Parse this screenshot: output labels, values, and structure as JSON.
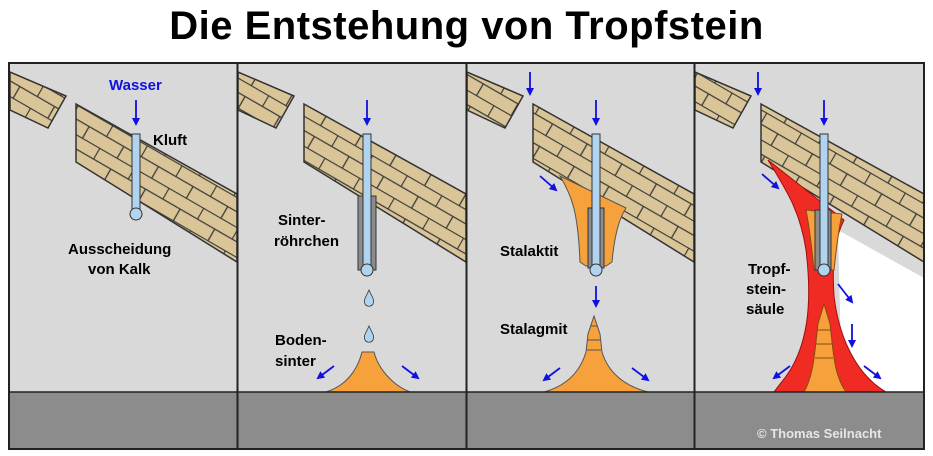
{
  "title": "Die Entstehung von Tropfstein",
  "panel1": {
    "water_label": "Wasser",
    "crack_label": "Kluft",
    "deposit_label_line1": "Ausscheidung",
    "deposit_label_line2": "von Kalk"
  },
  "panel2": {
    "tube_label_line1": "Sinter-",
    "tube_label_line2": "röhrchen",
    "floor_label_line1": "Boden-",
    "floor_label_line2": "sinter"
  },
  "panel3": {
    "stalactite_label": "Stalaktit",
    "stalagmite_label": "Stalagmit"
  },
  "panel4": {
    "column_label_line1": "Tropf-",
    "column_label_line2": "stein-",
    "column_label_line3": "säule"
  },
  "copyright": "© Thomas Seilnacht",
  "colors": {
    "cave_wall": "#d9d9d9",
    "floor": "#8c8c8c",
    "brick": "#d9c597",
    "water": "#b0d4f0",
    "sinter": "#f7a13c",
    "column": "#ef2b23",
    "arrow": "#1010e0"
  }
}
